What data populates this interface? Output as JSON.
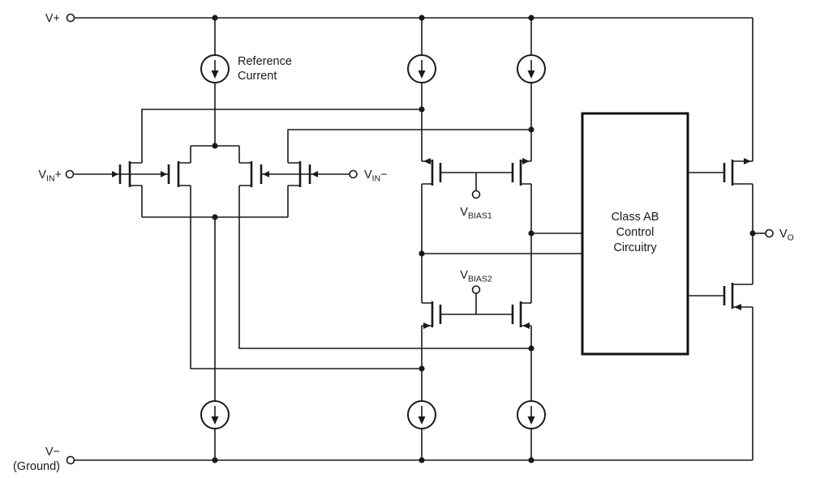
{
  "colors": {
    "wire": "#1a1a1a",
    "background": "#ffffff",
    "box_border": "#111111"
  },
  "terminals": {
    "v_plus": {
      "label": "V+"
    },
    "v_minus": {
      "label_line1": "V−",
      "label_line2": "(Ground)"
    },
    "vin_plus": {
      "base": "V",
      "sub": "IN",
      "sign": "+"
    },
    "vin_minus": {
      "base": "V",
      "sub": "IN",
      "sign": "−"
    },
    "vbias1": {
      "base": "V",
      "sub": "BIAS1"
    },
    "vbias2": {
      "base": "V",
      "sub": "BIAS2"
    },
    "v_out": {
      "base": "V",
      "sub": "O"
    }
  },
  "annotations": {
    "reference_current": {
      "line1": "Reference",
      "line2": "Current"
    }
  },
  "class_ab_box": {
    "line1": "Class AB",
    "line2": "Control",
    "line3": "Circuitry"
  },
  "icons": {
    "current_source": "circle-with-down-arrow",
    "junction": "filled-dot",
    "terminal": "open-circle",
    "transistor_polarity": "solid-triangle-arrow"
  }
}
